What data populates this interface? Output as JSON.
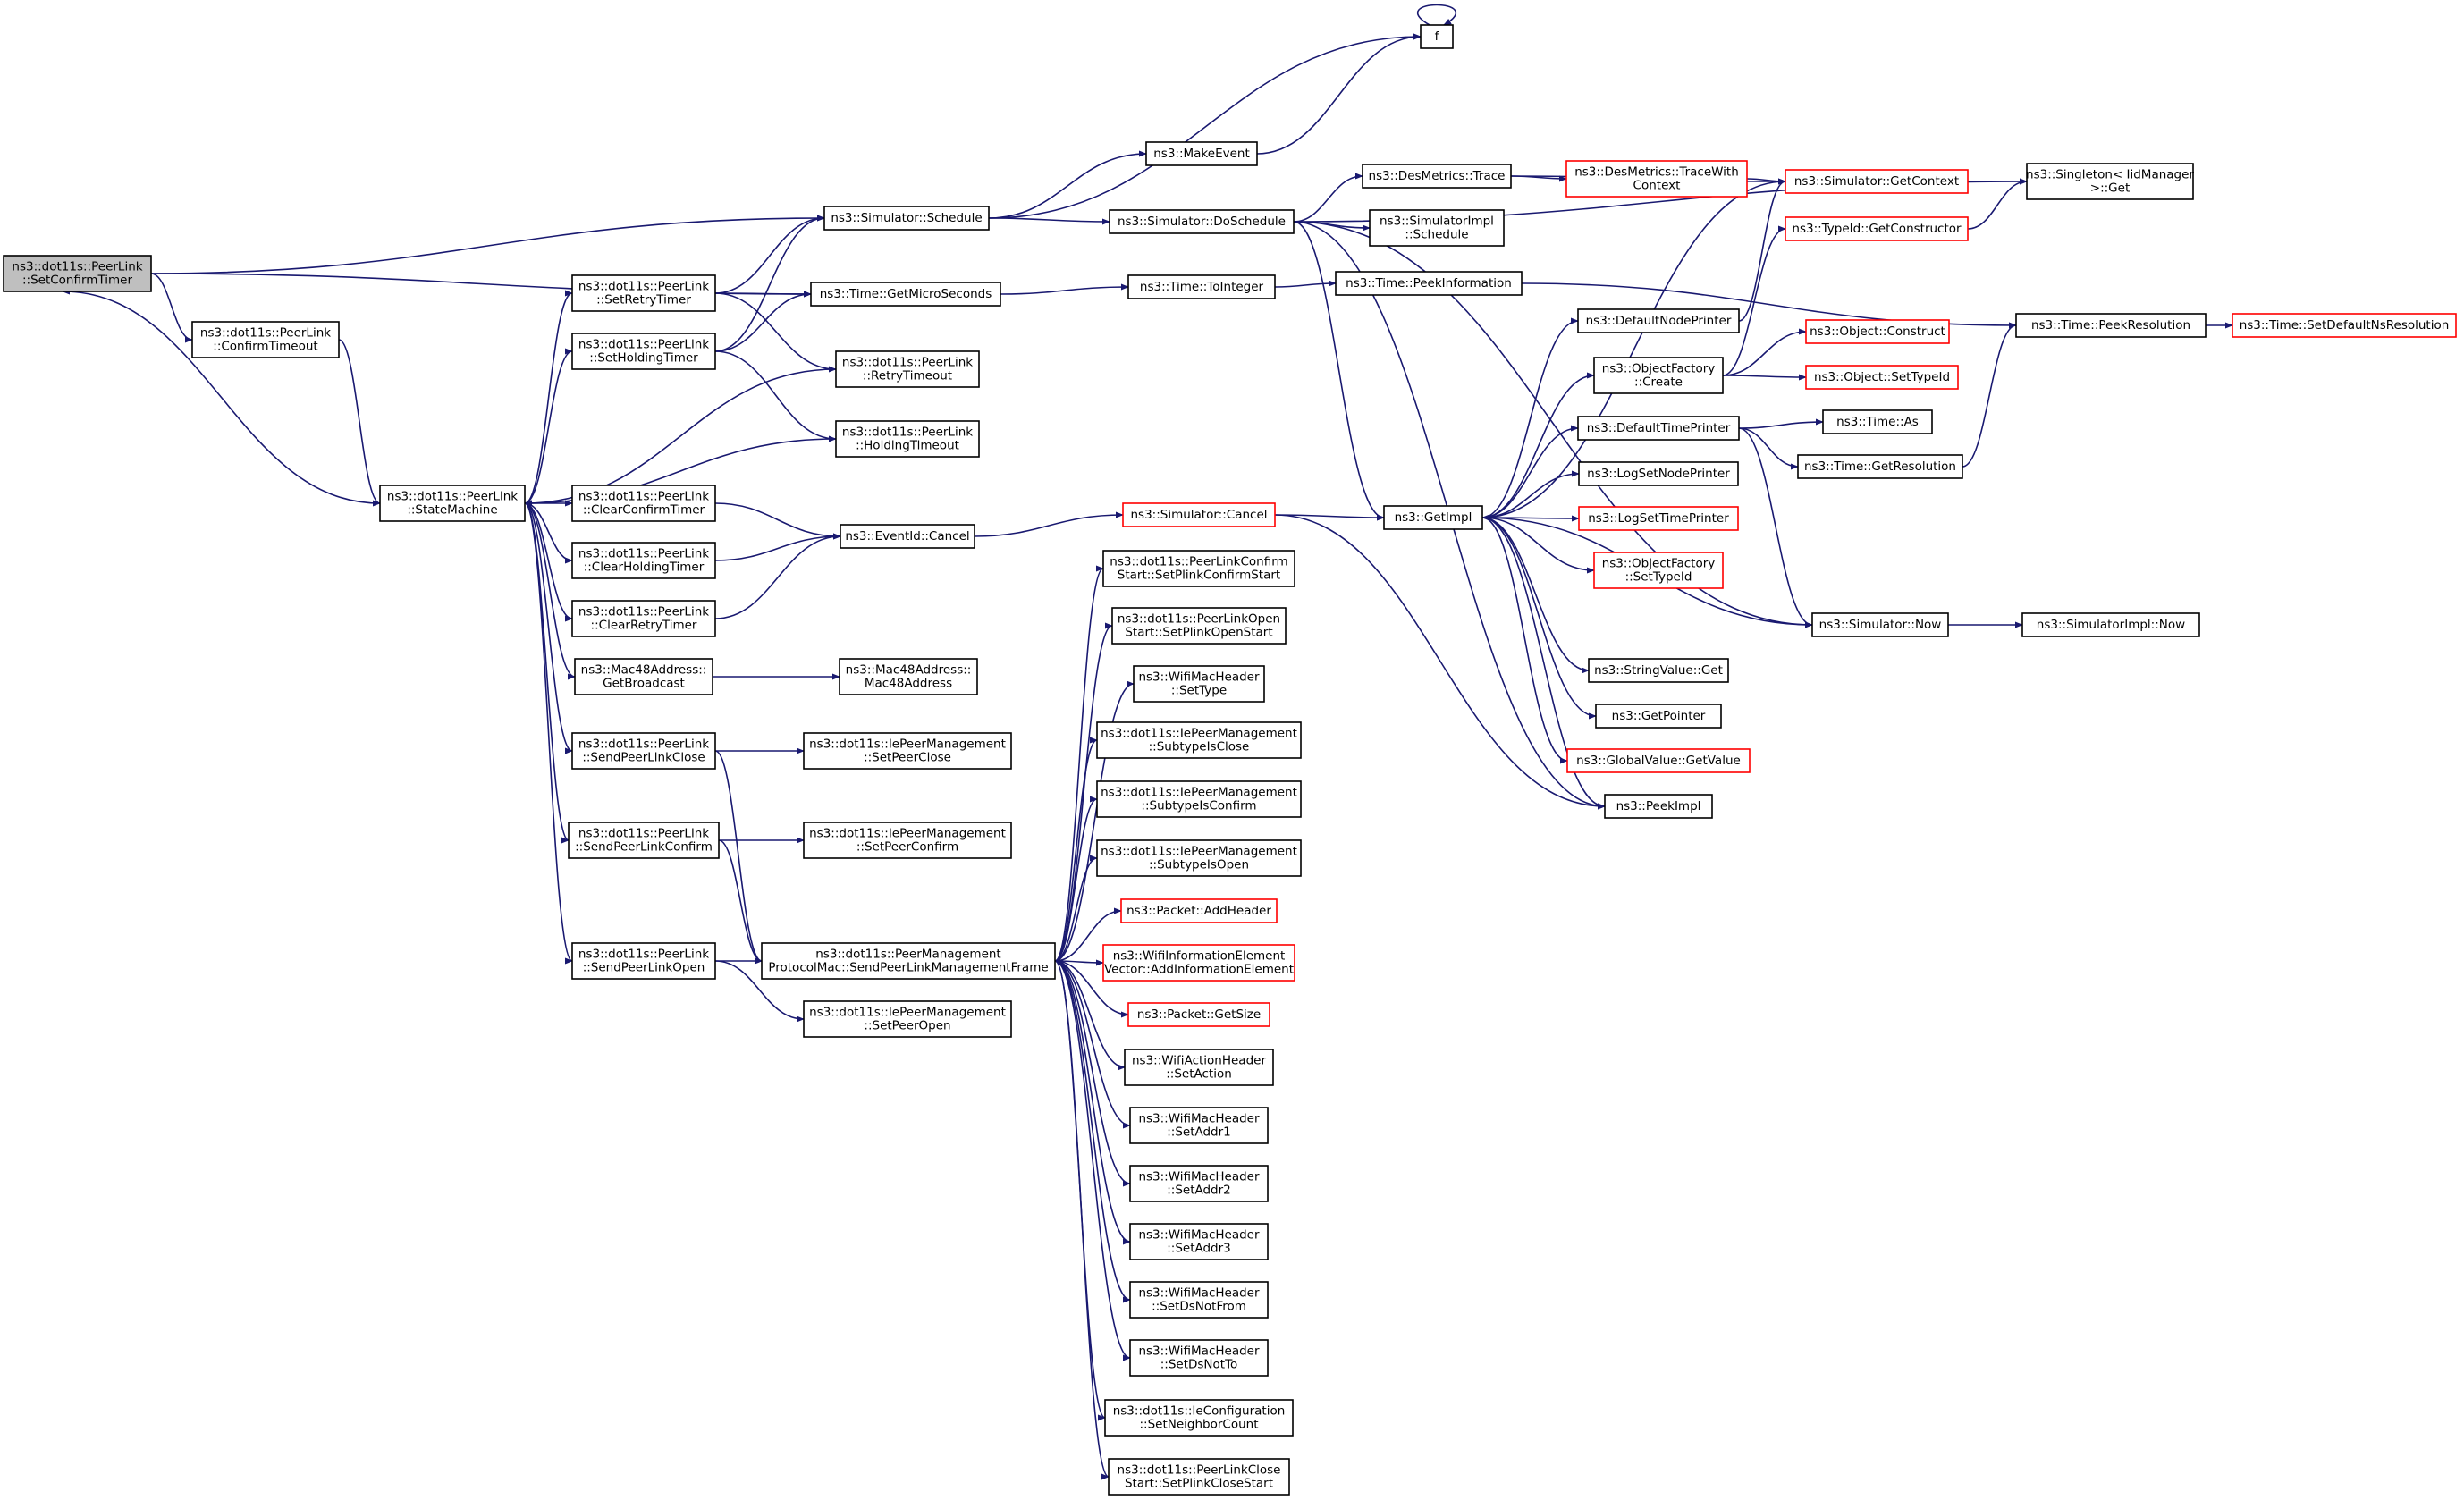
{
  "colors": {
    "edge": "#191970",
    "node_border_normal": "#000000",
    "node_border_truncated": "#ff0000",
    "node_fill": "#ffffff",
    "root_fill": "#bfbfbf"
  },
  "nodes": [
    {
      "id": "root",
      "lines": [
        "ns3::dot11s::PeerLink",
        "::SetConfirmTimer"
      ],
      "kind": "root"
    },
    {
      "id": "confirmtimeout",
      "lines": [
        "ns3::dot11s::PeerLink",
        "::ConfirmTimeout"
      ],
      "kind": "normal"
    },
    {
      "id": "statemachine",
      "lines": [
        "ns3::dot11s::PeerLink",
        "::StateMachine"
      ],
      "kind": "normal"
    },
    {
      "id": "setretrytimer",
      "lines": [
        "ns3::dot11s::PeerLink",
        "::SetRetryTimer"
      ],
      "kind": "normal"
    },
    {
      "id": "setholdingtimer",
      "lines": [
        "ns3::dot11s::PeerLink",
        "::SetHoldingTimer"
      ],
      "kind": "normal"
    },
    {
      "id": "clearconfirmtimer",
      "lines": [
        "ns3::dot11s::PeerLink",
        "::ClearConfirmTimer"
      ],
      "kind": "normal"
    },
    {
      "id": "clearholdingtimer",
      "lines": [
        "ns3::dot11s::PeerLink",
        "::ClearHoldingTimer"
      ],
      "kind": "normal"
    },
    {
      "id": "clearretrytimer",
      "lines": [
        "ns3::dot11s::PeerLink",
        "::ClearRetryTimer"
      ],
      "kind": "normal"
    },
    {
      "id": "getbroadcast",
      "lines": [
        "ns3::Mac48Address::",
        "GetBroadcast"
      ],
      "kind": "normal"
    },
    {
      "id": "sendpeerlinkclose",
      "lines": [
        "ns3::dot11s::PeerLink",
        "::SendPeerLinkClose"
      ],
      "kind": "normal"
    },
    {
      "id": "sendpeerlinkconfirm",
      "lines": [
        "ns3::dot11s::PeerLink",
        "::SendPeerLinkConfirm"
      ],
      "kind": "normal"
    },
    {
      "id": "sendpeerlinkopen",
      "lines": [
        "ns3::dot11s::PeerLink",
        "::SendPeerLinkOpen"
      ],
      "kind": "normal"
    },
    {
      "id": "schedule",
      "lines": [
        "ns3::Simulator::Schedule"
      ],
      "kind": "normal"
    },
    {
      "id": "getmicroseconds",
      "lines": [
        "ns3::Time::GetMicroSeconds"
      ],
      "kind": "normal"
    },
    {
      "id": "retrytimeout",
      "lines": [
        "ns3::dot11s::PeerLink",
        "::RetryTimeout"
      ],
      "kind": "normal"
    },
    {
      "id": "holdingtimeout",
      "lines": [
        "ns3::dot11s::PeerLink",
        "::HoldingTimeout"
      ],
      "kind": "normal"
    },
    {
      "id": "eventidcancel",
      "lines": [
        "ns3::EventId::Cancel"
      ],
      "kind": "normal"
    },
    {
      "id": "mac48address",
      "lines": [
        "ns3::Mac48Address::",
        "Mac48Address"
      ],
      "kind": "normal"
    },
    {
      "id": "setpeerclose",
      "lines": [
        "ns3::dot11s::IePeerManagement",
        "::SetPeerClose"
      ],
      "kind": "normal"
    },
    {
      "id": "setpeerconfirm",
      "lines": [
        "ns3::dot11s::IePeerManagement",
        "::SetPeerConfirm"
      ],
      "kind": "normal"
    },
    {
      "id": "sendmgmtframe",
      "lines": [
        "ns3::dot11s::PeerManagement",
        "ProtocolMac::SendPeerLinkManagementFrame"
      ],
      "kind": "normal"
    },
    {
      "id": "setpeeropen",
      "lines": [
        "ns3::dot11s::IePeerManagement",
        "::SetPeerOpen"
      ],
      "kind": "normal"
    },
    {
      "id": "f",
      "lines": [
        "f"
      ],
      "kind": "normal"
    },
    {
      "id": "makeevent",
      "lines": [
        "ns3::MakeEvent"
      ],
      "kind": "normal"
    },
    {
      "id": "doschedule",
      "lines": [
        "ns3::Simulator::DoSchedule"
      ],
      "kind": "normal"
    },
    {
      "id": "tointeger",
      "lines": [
        "ns3::Time::ToInteger"
      ],
      "kind": "normal"
    },
    {
      "id": "simcancel",
      "lines": [
        "ns3::Simulator::Cancel"
      ],
      "kind": "truncated"
    },
    {
      "id": "setplinkconfirmstart",
      "lines": [
        "ns3::dot11s::PeerLinkConfirm",
        "Start::SetPlinkConfirmStart"
      ],
      "kind": "normal"
    },
    {
      "id": "setplinkopenstart",
      "lines": [
        "ns3::dot11s::PeerLinkOpen",
        "Start::SetPlinkOpenStart"
      ],
      "kind": "normal"
    },
    {
      "id": "settype",
      "lines": [
        "ns3::WifiMacHeader",
        "::SetType"
      ],
      "kind": "normal"
    },
    {
      "id": "subtypeisclose",
      "lines": [
        "ns3::dot11s::IePeerManagement",
        "::SubtypeIsClose"
      ],
      "kind": "normal"
    },
    {
      "id": "subtypeisconfirm",
      "lines": [
        "ns3::dot11s::IePeerManagement",
        "::SubtypeIsConfirm"
      ],
      "kind": "normal"
    },
    {
      "id": "subtypeisopen",
      "lines": [
        "ns3::dot11s::IePeerManagement",
        "::SubtypeIsOpen"
      ],
      "kind": "normal"
    },
    {
      "id": "addheader",
      "lines": [
        "ns3::Packet::AddHeader"
      ],
      "kind": "truncated"
    },
    {
      "id": "addinfoelement",
      "lines": [
        "ns3::WifiInformationElement",
        "Vector::AddInformationElement"
      ],
      "kind": "truncated"
    },
    {
      "id": "getsize",
      "lines": [
        "ns3::Packet::GetSize"
      ],
      "kind": "truncated"
    },
    {
      "id": "setaction",
      "lines": [
        "ns3::WifiActionHeader",
        "::SetAction"
      ],
      "kind": "normal"
    },
    {
      "id": "setaddr1",
      "lines": [
        "ns3::WifiMacHeader",
        "::SetAddr1"
      ],
      "kind": "normal"
    },
    {
      "id": "setaddr2",
      "lines": [
        "ns3::WifiMacHeader",
        "::SetAddr2"
      ],
      "kind": "normal"
    },
    {
      "id": "setaddr3",
      "lines": [
        "ns3::WifiMacHeader",
        "::SetAddr3"
      ],
      "kind": "normal"
    },
    {
      "id": "setdsnotfrom",
      "lines": [
        "ns3::WifiMacHeader",
        "::SetDsNotFrom"
      ],
      "kind": "normal"
    },
    {
      "id": "setdsnotto",
      "lines": [
        "ns3::WifiMacHeader",
        "::SetDsNotTo"
      ],
      "kind": "normal"
    },
    {
      "id": "setneighborcount",
      "lines": [
        "ns3::dot11s::IeConfiguration",
        "::SetNeighborCount"
      ],
      "kind": "normal"
    },
    {
      "id": "setplinkclosestart",
      "lines": [
        "ns3::dot11s::PeerLinkClose",
        "Start::SetPlinkCloseStart"
      ],
      "kind": "normal"
    },
    {
      "id": "desmetricstrace",
      "lines": [
        "ns3::DesMetrics::Trace"
      ],
      "kind": "normal"
    },
    {
      "id": "simimplschedule",
      "lines": [
        "ns3::SimulatorImpl",
        "::Schedule"
      ],
      "kind": "normal"
    },
    {
      "id": "peekinformation",
      "lines": [
        "ns3::Time::PeekInformation"
      ],
      "kind": "normal"
    },
    {
      "id": "getimpl",
      "lines": [
        "ns3::GetImpl"
      ],
      "kind": "normal"
    },
    {
      "id": "tracewithcontext",
      "lines": [
        "ns3::DesMetrics::TraceWith",
        "Context"
      ],
      "kind": "truncated"
    },
    {
      "id": "getcontext",
      "lines": [
        "ns3::Simulator::GetContext"
      ],
      "kind": "truncated"
    },
    {
      "id": "getconstructor",
      "lines": [
        "ns3::TypeId::GetConstructor"
      ],
      "kind": "truncated"
    },
    {
      "id": "defaultnodeprinter",
      "lines": [
        "ns3::DefaultNodePrinter"
      ],
      "kind": "normal"
    },
    {
      "id": "objectfactorycreate",
      "lines": [
        "ns3::ObjectFactory",
        "::Create"
      ],
      "kind": "normal"
    },
    {
      "id": "objectconstruct",
      "lines": [
        "ns3::Object::Construct"
      ],
      "kind": "truncated"
    },
    {
      "id": "objectsettypeid",
      "lines": [
        "ns3::Object::SetTypeId"
      ],
      "kind": "truncated"
    },
    {
      "id": "defaulttimeprinter",
      "lines": [
        "ns3::DefaultTimePrinter"
      ],
      "kind": "normal"
    },
    {
      "id": "timeas",
      "lines": [
        "ns3::Time::As"
      ],
      "kind": "normal"
    },
    {
      "id": "getresolution",
      "lines": [
        "ns3::Time::GetResolution"
      ],
      "kind": "normal"
    },
    {
      "id": "logsetnodeprinter",
      "lines": [
        "ns3::LogSetNodePrinter"
      ],
      "kind": "normal"
    },
    {
      "id": "logsettimeprinter",
      "lines": [
        "ns3::LogSetTimePrinter"
      ],
      "kind": "truncated"
    },
    {
      "id": "factorysettypeid",
      "lines": [
        "ns3::ObjectFactory",
        "::SetTypeId"
      ],
      "kind": "truncated"
    },
    {
      "id": "simnow",
      "lines": [
        "ns3::Simulator::Now"
      ],
      "kind": "normal"
    },
    {
      "id": "stringvalueget",
      "lines": [
        "ns3::StringValue::Get"
      ],
      "kind": "normal"
    },
    {
      "id": "getpointer",
      "lines": [
        "ns3::GetPointer"
      ],
      "kind": "normal"
    },
    {
      "id": "globalvalueget",
      "lines": [
        "ns3::GlobalValue::GetValue"
      ],
      "kind": "truncated"
    },
    {
      "id": "peekimpl",
      "lines": [
        "ns3::PeekImpl"
      ],
      "kind": "normal"
    },
    {
      "id": "singletonget",
      "lines": [
        "ns3::Singleton< IidManager",
        " >::Get"
      ],
      "kind": "normal"
    },
    {
      "id": "peekresolution",
      "lines": [
        "ns3::Time::PeekResolution"
      ],
      "kind": "normal"
    },
    {
      "id": "simimplnow",
      "lines": [
        "ns3::SimulatorImpl::Now"
      ],
      "kind": "normal"
    },
    {
      "id": "setdefaultnsresolution",
      "lines": [
        "ns3::Time::SetDefaultNsResolution"
      ],
      "kind": "truncated"
    }
  ],
  "edges": [
    [
      "root",
      "confirmtimeout"
    ],
    [
      "root",
      "schedule"
    ],
    [
      "root",
      "getmicroseconds"
    ],
    [
      "confirmtimeout",
      "statemachine"
    ],
    [
      "statemachine",
      "root"
    ],
    [
      "statemachine",
      "setretrytimer"
    ],
    [
      "statemachine",
      "setholdingtimer"
    ],
    [
      "statemachine",
      "clearconfirmtimer"
    ],
    [
      "statemachine",
      "clearholdingtimer"
    ],
    [
      "statemachine",
      "clearretrytimer"
    ],
    [
      "statemachine",
      "getbroadcast"
    ],
    [
      "statemachine",
      "sendpeerlinkclose"
    ],
    [
      "statemachine",
      "sendpeerlinkconfirm"
    ],
    [
      "statemachine",
      "sendpeerlinkopen"
    ],
    [
      "retrytimeout",
      "statemachine"
    ],
    [
      "holdingtimeout",
      "statemachine"
    ],
    [
      "setretrytimer",
      "schedule"
    ],
    [
      "setretrytimer",
      "getmicroseconds"
    ],
    [
      "setretrytimer",
      "retrytimeout"
    ],
    [
      "setholdingtimer",
      "schedule"
    ],
    [
      "setholdingtimer",
      "getmicroseconds"
    ],
    [
      "setholdingtimer",
      "holdingtimeout"
    ],
    [
      "clearconfirmtimer",
      "eventidcancel"
    ],
    [
      "clearholdingtimer",
      "eventidcancel"
    ],
    [
      "clearretrytimer",
      "eventidcancel"
    ],
    [
      "getbroadcast",
      "mac48address"
    ],
    [
      "sendpeerlinkclose",
      "setpeerclose"
    ],
    [
      "sendpeerlinkclose",
      "sendmgmtframe"
    ],
    [
      "sendpeerlinkconfirm",
      "setpeerconfirm"
    ],
    [
      "sendpeerlinkconfirm",
      "sendmgmtframe"
    ],
    [
      "sendpeerlinkopen",
      "sendmgmtframe"
    ],
    [
      "sendpeerlinkopen",
      "setpeeropen"
    ],
    [
      "schedule",
      "f"
    ],
    [
      "schedule",
      "makeevent"
    ],
    [
      "schedule",
      "doschedule"
    ],
    [
      "makeevent",
      "f"
    ],
    [
      "f",
      "f"
    ],
    [
      "getmicroseconds",
      "tointeger"
    ],
    [
      "eventidcancel",
      "simcancel"
    ],
    [
      "sendmgmtframe",
      "setplinkconfirmstart"
    ],
    [
      "sendmgmtframe",
      "setplinkopenstart"
    ],
    [
      "sendmgmtframe",
      "settype"
    ],
    [
      "sendmgmtframe",
      "subtypeisclose"
    ],
    [
      "sendmgmtframe",
      "subtypeisconfirm"
    ],
    [
      "sendmgmtframe",
      "subtypeisopen"
    ],
    [
      "sendmgmtframe",
      "addheader"
    ],
    [
      "sendmgmtframe",
      "addinfoelement"
    ],
    [
      "sendmgmtframe",
      "getsize"
    ],
    [
      "sendmgmtframe",
      "setaction"
    ],
    [
      "sendmgmtframe",
      "setaddr1"
    ],
    [
      "sendmgmtframe",
      "setaddr2"
    ],
    [
      "sendmgmtframe",
      "setaddr3"
    ],
    [
      "sendmgmtframe",
      "setdsnotfrom"
    ],
    [
      "sendmgmtframe",
      "setdsnotto"
    ],
    [
      "sendmgmtframe",
      "setneighborcount"
    ],
    [
      "sendmgmtframe",
      "setplinkclosestart"
    ],
    [
      "doschedule",
      "desmetricstrace"
    ],
    [
      "doschedule",
      "simimplschedule"
    ],
    [
      "doschedule",
      "getimpl"
    ],
    [
      "doschedule",
      "singletonget"
    ],
    [
      "doschedule",
      "peekimpl"
    ],
    [
      "doschedule",
      "simnow"
    ],
    [
      "tointeger",
      "peekinformation"
    ],
    [
      "simcancel",
      "getimpl"
    ],
    [
      "simcancel",
      "peekimpl"
    ],
    [
      "desmetricstrace",
      "tracewithcontext"
    ],
    [
      "desmetricstrace",
      "getcontext"
    ],
    [
      "tracewithcontext",
      "getcontext"
    ],
    [
      "peekinformation",
      "peekresolution"
    ],
    [
      "getimpl",
      "getcontext"
    ],
    [
      "getimpl",
      "defaultnodeprinter"
    ],
    [
      "getimpl",
      "objectfactorycreate"
    ],
    [
      "getimpl",
      "defaulttimeprinter"
    ],
    [
      "getimpl",
      "logsetnodeprinter"
    ],
    [
      "getimpl",
      "logsettimeprinter"
    ],
    [
      "getimpl",
      "factorysettypeid"
    ],
    [
      "getimpl",
      "stringvalueget"
    ],
    [
      "getimpl",
      "getpointer"
    ],
    [
      "getimpl",
      "globalvalueget"
    ],
    [
      "getimpl",
      "peekimpl"
    ],
    [
      "defaultnodeprinter",
      "getcontext"
    ],
    [
      "objectfactorycreate",
      "getconstructor"
    ],
    [
      "objectfactorycreate",
      "objectconstruct"
    ],
    [
      "objectfactorycreate",
      "objectsettypeid"
    ],
    [
      "getconstructor",
      "singletonget"
    ],
    [
      "defaulttimeprinter",
      "timeas"
    ],
    [
      "defaulttimeprinter",
      "getresolution"
    ],
    [
      "defaulttimeprinter",
      "simnow"
    ],
    [
      "getresolution",
      "peekresolution"
    ],
    [
      "simnow",
      "getimpl"
    ],
    [
      "simnow",
      "simimplnow"
    ],
    [
      "peekresolution",
      "setdefaultnsresolution"
    ]
  ]
}
